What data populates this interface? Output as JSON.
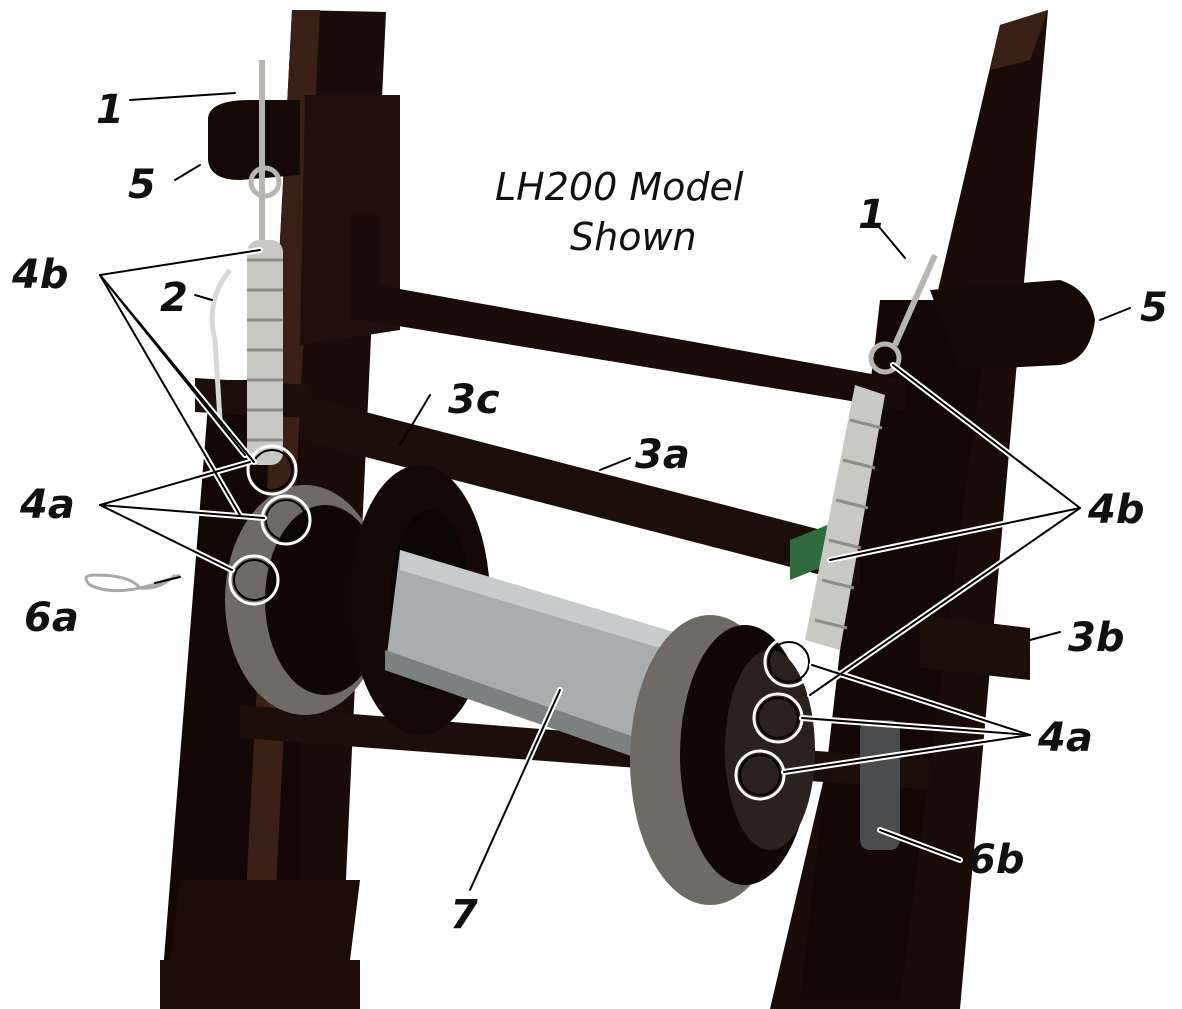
{
  "title": {
    "line1": "LH200 Model",
    "line2": "Shown"
  },
  "callouts": {
    "c1_left": "1",
    "c1_right": "1",
    "c2": "2",
    "c3a": "3a",
    "c3b": "3b",
    "c3c": "3c",
    "c4a_left": "4a",
    "c4a_right": "4a",
    "c4b_left": "4b",
    "c4b_right": "4b",
    "c5_left": "5",
    "c5_right": "5",
    "c6a": "6a",
    "c6b": "6b",
    "c7": "7"
  },
  "colors": {
    "frame": "#1a0c08",
    "frame_highlight": "#4a2a1c",
    "cable": "#a9adae",
    "spring": "#c9c9c4",
    "flange": "#6e6b66",
    "accent_green": "#2f6b3f"
  }
}
